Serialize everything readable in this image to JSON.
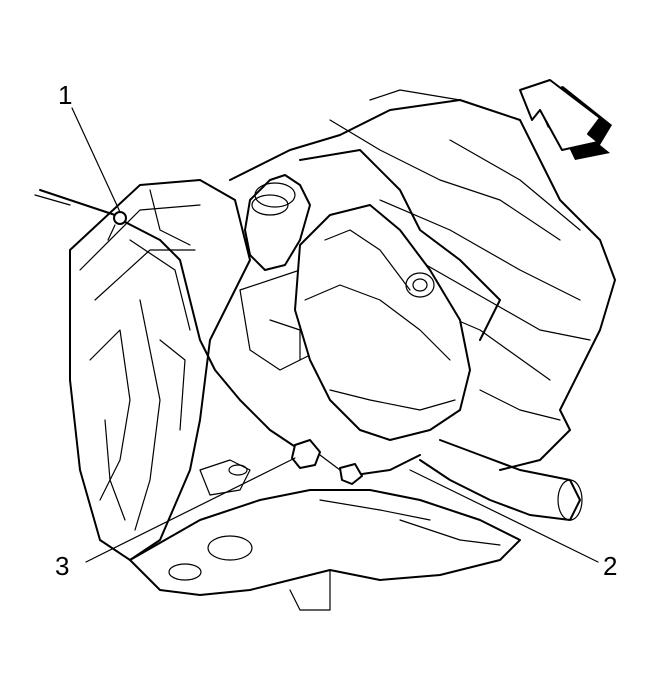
{
  "callouts": [
    {
      "id": "1",
      "label": "1"
    },
    {
      "id": "2",
      "label": "2"
    },
    {
      "id": "3",
      "label": "3"
    }
  ],
  "colors": {
    "line": "#000000",
    "background": "#ffffff",
    "arrow_shadow": "#000000"
  },
  "icons": {
    "direction_arrow": "front-direction-arrow-icon"
  }
}
